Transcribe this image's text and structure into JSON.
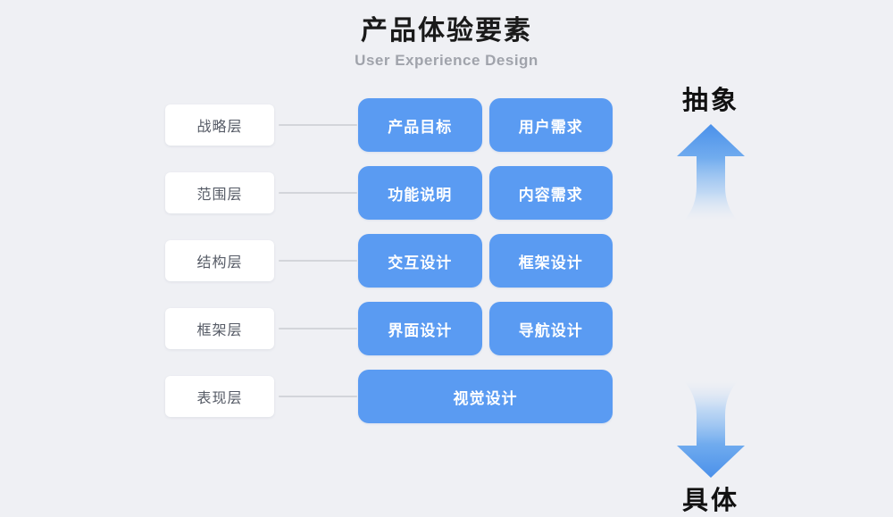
{
  "header": {
    "title": "产品体验要素",
    "subtitle": "User Experience Design"
  },
  "colors": {
    "background": "#eff0f4",
    "box_blue": "#5a9bf2",
    "card_white": "#ffffff",
    "connector_gray": "#d3d5da",
    "title_black": "#1a1a1a",
    "subtitle_gray": "#a0a3ab",
    "layer_label_gray": "#565b66"
  },
  "diagram": {
    "rows": [
      {
        "layer": "战略层",
        "elements": [
          {
            "label": "产品目标"
          },
          {
            "label": "用户需求"
          }
        ]
      },
      {
        "layer": "范围层",
        "elements": [
          {
            "label": "功能说明"
          },
          {
            "label": "内容需求"
          }
        ]
      },
      {
        "layer": "结构层",
        "elements": [
          {
            "label": "交互设计"
          },
          {
            "label": "框架设计"
          }
        ]
      },
      {
        "layer": "框架层",
        "elements": [
          {
            "label": "界面设计"
          },
          {
            "label": "导航设计"
          }
        ]
      },
      {
        "layer": "表现层",
        "elements": [
          {
            "label": "视觉设计"
          }
        ]
      }
    ]
  },
  "axis": {
    "top_label": "抽象",
    "top_icon": "arrow-up-icon",
    "bottom_label": "具体",
    "bottom_icon": "arrow-down-icon"
  }
}
